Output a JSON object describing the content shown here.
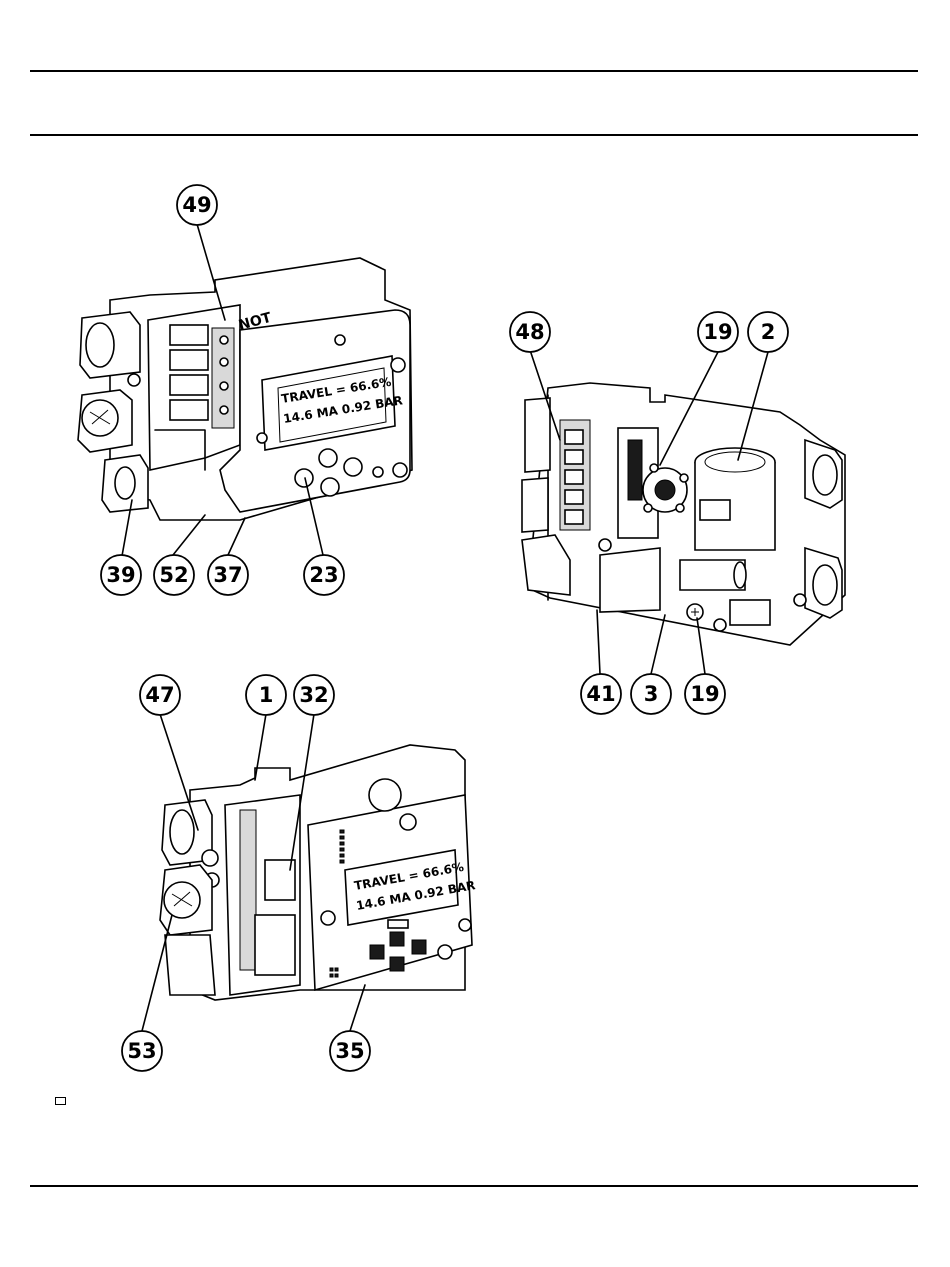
{
  "lcd": {
    "line1": "TRAVEL = 66.6%",
    "line2": "14.6 MA   0.92 BAR"
  },
  "callouts": {
    "c49": "49",
    "c39": "39",
    "c52": "52",
    "c37": "37",
    "c23": "23",
    "c48": "48",
    "c19a": "19",
    "c2": "2",
    "c41": "41",
    "c3": "3",
    "c19b": "19",
    "c47": "47",
    "c1": "1",
    "c32": "32",
    "c53": "53",
    "c35": "35"
  }
}
